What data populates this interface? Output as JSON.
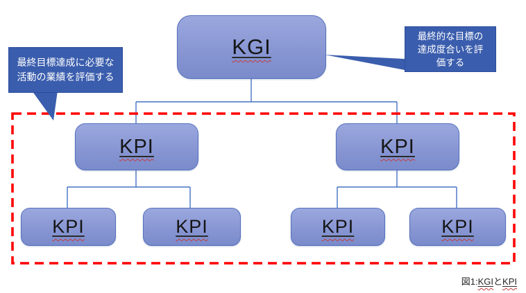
{
  "diagram": {
    "nodes": {
      "kgi": {
        "label": "KGI"
      },
      "kpi_mid_left": {
        "label": "KPI"
      },
      "kpi_mid_right": {
        "label": "KPI"
      },
      "kpi_leaf_1": {
        "label": "KPI"
      },
      "kpi_leaf_2": {
        "label": "KPI"
      },
      "kpi_leaf_3": {
        "label": "KPI"
      },
      "kpi_leaf_4": {
        "label": "KPI"
      }
    },
    "callouts": {
      "right": {
        "text": "最終的な目標の達成度合いを評価する",
        "lines": [
          "最終的な目標の",
          "達成度合いを評",
          "価する"
        ]
      },
      "left": {
        "text": "最終目標達成に必要な活動の業績を評価する",
        "lines": [
          "最終目標達成に必要な",
          "活動の業績を評価する"
        ]
      }
    },
    "caption": {
      "prefix": "図1:",
      "term1": "KGI",
      "connector": "と",
      "term2": "KPI"
    },
    "colors": {
      "node_fill_top": "#9BA8DE",
      "node_fill_bottom": "#7A8BCB",
      "node_border": "#5571BD",
      "callout_fill": "#3A5DAD",
      "callout_text": "#FFFFFF",
      "connector_line": "#4472C4",
      "highlight_dash": "#FF0000",
      "label_text": "#151515",
      "spellcheck_squiggle": "#C43C3C"
    }
  }
}
